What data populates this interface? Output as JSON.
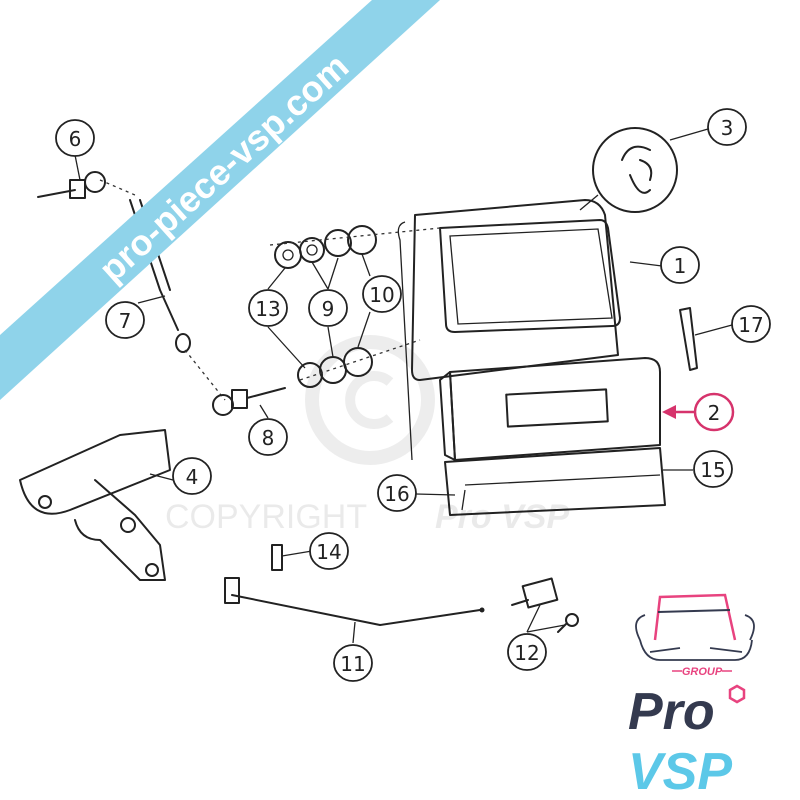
{
  "banner": {
    "text": "pro-piece-vsp.com",
    "color": "#8fd3ea"
  },
  "watermark": {
    "copyright": "COPYRIGHT",
    "brand": "Pro VSP"
  },
  "callouts": [
    {
      "label": "1"
    },
    {
      "label": "2",
      "highlighted": true
    },
    {
      "label": "3"
    },
    {
      "label": "4"
    },
    {
      "label": "6"
    },
    {
      "label": "7"
    },
    {
      "label": "8"
    },
    {
      "label": "9"
    },
    {
      "label": "10"
    },
    {
      "label": "11"
    },
    {
      "label": "12"
    },
    {
      "label": "13"
    },
    {
      "label": "14"
    },
    {
      "label": "15"
    },
    {
      "label": "16"
    },
    {
      "label": "17"
    }
  ],
  "highlight_color": "#d6336c",
  "logo": {
    "group": "GROUP",
    "pro": "Pro",
    "vsp": "VSP",
    "dark_color": "#343a4f",
    "blue_color": "#5cc8e8",
    "pink_color": "#e8437f"
  }
}
